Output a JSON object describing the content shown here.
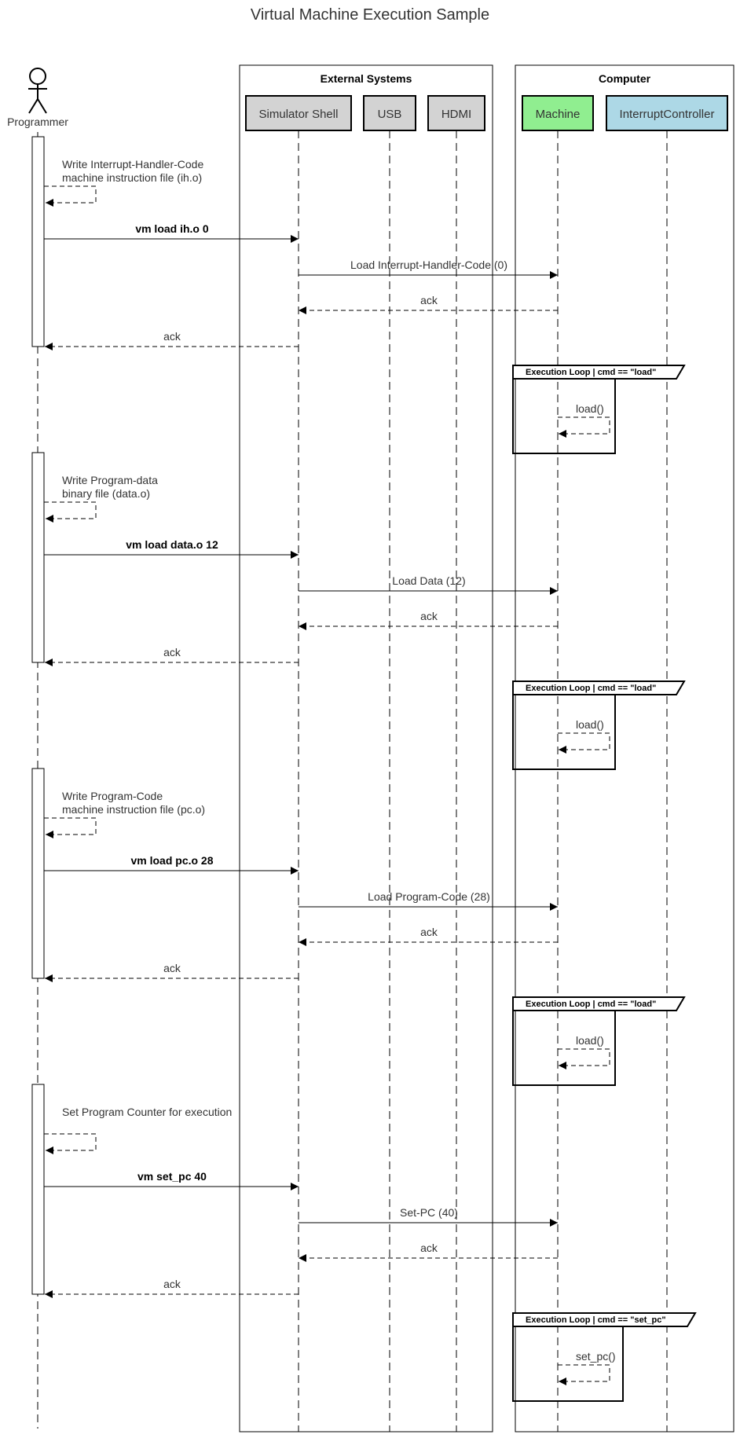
{
  "title": "Virtual Machine Execution Sample",
  "actor": {
    "label": "Programmer"
  },
  "boxes": [
    {
      "id": "external",
      "title": "External Systems"
    },
    {
      "id": "computer",
      "title": "Computer"
    }
  ],
  "participants": [
    {
      "id": "shell",
      "label": "Simulator Shell",
      "color": "#d3d3d3"
    },
    {
      "id": "usb",
      "label": "USB",
      "color": "#d3d3d3"
    },
    {
      "id": "hdmi",
      "label": "HDMI",
      "color": "#d3d3d3"
    },
    {
      "id": "machine",
      "label": "Machine",
      "color": "#90ee90"
    },
    {
      "id": "intc",
      "label": "InterruptController",
      "color": "#add8e6"
    }
  ],
  "phases": [
    {
      "note_lines": [
        "Write Interrupt-Handler-Code",
        "machine instruction file (ih.o)"
      ],
      "command": "vm load ih.o 0",
      "request": "Load Interrupt-Handler-Code (0)",
      "reply": "ack",
      "final_reply": "ack",
      "loop_label": "Execution Loop | cmd == \"load\"",
      "loop_call": "load()"
    },
    {
      "note_lines": [
        "Write Program-data",
        "binary file (data.o)"
      ],
      "command": "vm load data.o 12",
      "request": "Load Data (12)",
      "reply": "ack",
      "final_reply": "ack",
      "loop_label": "Execution Loop | cmd == \"load\"",
      "loop_call": "load()"
    },
    {
      "note_lines": [
        "Write Program-Code",
        "machine instruction file (pc.o)"
      ],
      "command": "vm load pc.o 28",
      "request": "Load Program-Code (28)",
      "reply": "ack",
      "final_reply": "ack",
      "loop_label": "Execution Loop | cmd == \"load\"",
      "loop_call": "load()"
    },
    {
      "note_lines": [
        "Set Program Counter for execution"
      ],
      "command": "vm set_pc 40",
      "request": "Set-PC (40)",
      "reply": "ack",
      "final_reply": "ack",
      "loop_label": "Execution Loop | cmd == \"set_pc\"",
      "loop_call": "set_pc()"
    }
  ]
}
